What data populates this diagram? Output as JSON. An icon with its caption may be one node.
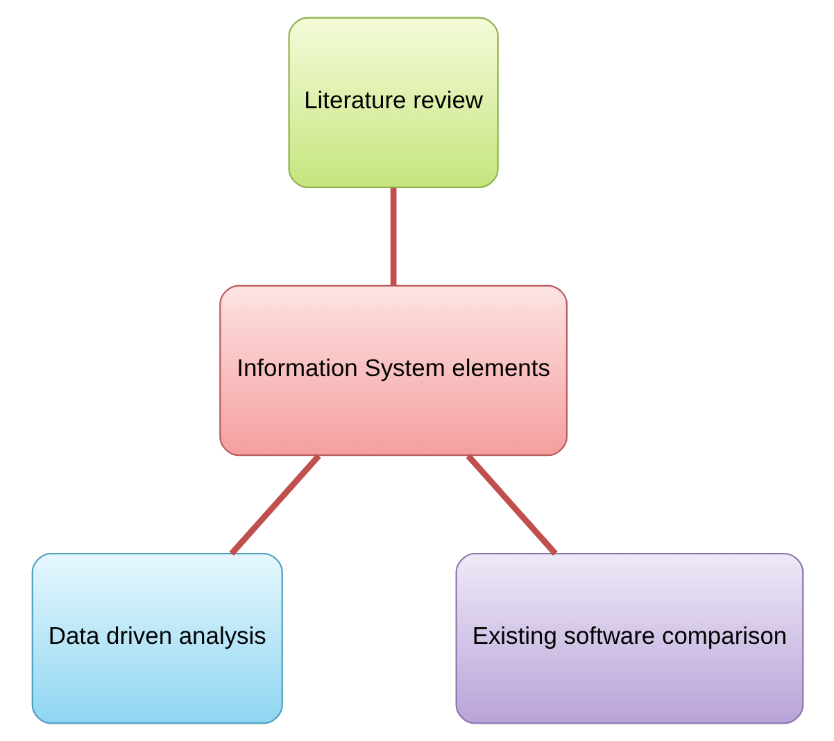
{
  "diagram": {
    "nodes": [
      {
        "text": [
          "Literature review"
        ]
      },
      {
        "text": [
          "Information System elements"
        ]
      },
      {
        "text": [
          "Data driven analysis"
        ]
      },
      {
        "text": [
          "Existing software comparison"
        ]
      }
    ],
    "edges": [
      {
        "from": 0,
        "to": 1,
        "arrow": "none"
      },
      {
        "from": 1,
        "to": 2,
        "arrow": "none"
      },
      {
        "from": 1,
        "to": 3,
        "arrow": "none"
      }
    ]
  }
}
